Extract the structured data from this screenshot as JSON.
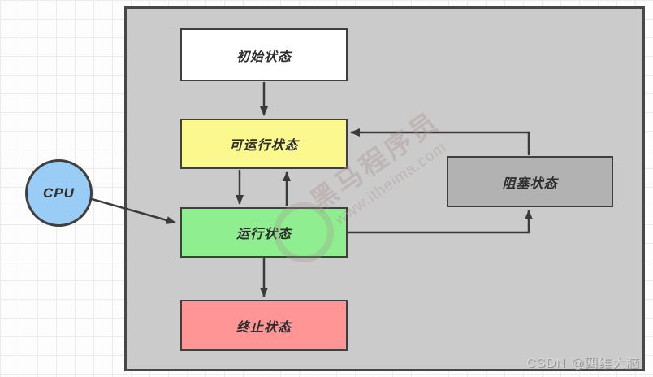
{
  "diagram": {
    "nodes": {
      "initial": {
        "label": "初始状态",
        "fill": "#ffffff"
      },
      "runnable": {
        "label": "可运行状态",
        "fill": "#fbf98d"
      },
      "running": {
        "label": "运行状态",
        "fill": "#8fee90"
      },
      "blocked": {
        "label": "阻塞状态",
        "fill": "#b2b2b2"
      },
      "terminated": {
        "label": "终止状态",
        "fill": "#ff9595"
      },
      "cpu": {
        "label": "CPU",
        "fill": "#9acdf6"
      }
    },
    "edges": [
      {
        "from": "初始状态",
        "to": "可运行状态"
      },
      {
        "from": "可运行状态",
        "to": "运行状态"
      },
      {
        "from": "运行状态",
        "to": "可运行状态"
      },
      {
        "from": "运行状态",
        "to": "终止状态"
      },
      {
        "from": "阻塞状态",
        "to": "可运行状态"
      },
      {
        "from": "运行状态",
        "to": "阻塞状态"
      },
      {
        "from": "CPU",
        "to": "运行状态"
      }
    ],
    "colors": {
      "canvas_fill": "#cbcbcb",
      "node_border": "#3f3f3f",
      "arrow": "#3a3a3a",
      "text": "#2d2d2d"
    }
  },
  "watermarks": {
    "csdn": "CSDN @四维大脑",
    "brand_name": "黑马程序员",
    "brand_url": "www.itheima.com"
  }
}
